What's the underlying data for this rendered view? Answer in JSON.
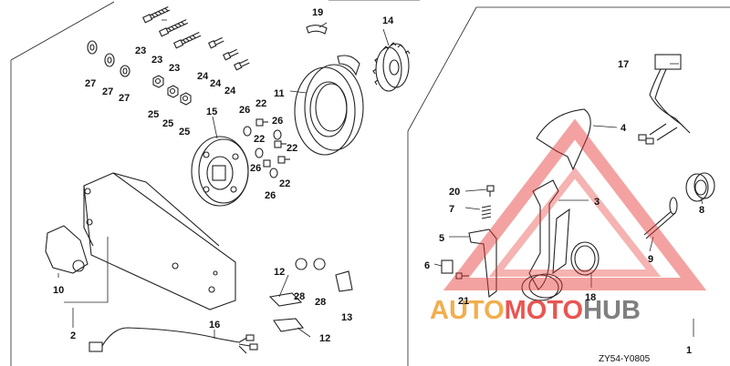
{
  "diagram_code": "ZY54-Y0805",
  "watermark": {
    "word_part1": "AUTO",
    "word_part2": "MOTO",
    "word_part3": "HUB",
    "colors": {
      "orange": "#f0a030",
      "red": "#e53935",
      "grey": "#6b6b6b"
    }
  },
  "callouts": [
    {
      "id": "c1",
      "text": "1"
    },
    {
      "id": "c2",
      "text": "2"
    },
    {
      "id": "c3",
      "text": "3"
    },
    {
      "id": "c4",
      "text": "4"
    },
    {
      "id": "c5",
      "text": "5"
    },
    {
      "id": "c6",
      "text": "6"
    },
    {
      "id": "c7",
      "text": "7"
    },
    {
      "id": "c8",
      "text": "8"
    },
    {
      "id": "c9",
      "text": "9"
    },
    {
      "id": "c10",
      "text": "10"
    },
    {
      "id": "c11",
      "text": "11"
    },
    {
      "id": "c12a",
      "text": "12"
    },
    {
      "id": "c12b",
      "text": "12"
    },
    {
      "id": "c13",
      "text": "13"
    },
    {
      "id": "c14",
      "text": "14"
    },
    {
      "id": "c15",
      "text": "15"
    },
    {
      "id": "c16",
      "text": "16"
    },
    {
      "id": "c17",
      "text": "17"
    },
    {
      "id": "c18",
      "text": "18"
    },
    {
      "id": "c19",
      "text": "19"
    },
    {
      "id": "c20",
      "text": "20"
    },
    {
      "id": "c21",
      "text": "21"
    },
    {
      "id": "c22a",
      "text": "22"
    },
    {
      "id": "c22b",
      "text": "22"
    },
    {
      "id": "c22c",
      "text": "22"
    },
    {
      "id": "c22d",
      "text": "22"
    },
    {
      "id": "c23a",
      "text": "23"
    },
    {
      "id": "c23b",
      "text": "23"
    },
    {
      "id": "c23c",
      "text": "23"
    },
    {
      "id": "c24a",
      "text": "24"
    },
    {
      "id": "c24b",
      "text": "24"
    },
    {
      "id": "c24c",
      "text": "24"
    },
    {
      "id": "c25a",
      "text": "25"
    },
    {
      "id": "c25b",
      "text": "25"
    },
    {
      "id": "c25c",
      "text": "25"
    },
    {
      "id": "c26a",
      "text": "26"
    },
    {
      "id": "c26b",
      "text": "26"
    },
    {
      "id": "c26c",
      "text": "26"
    },
    {
      "id": "c26d",
      "text": "26"
    },
    {
      "id": "c27a",
      "text": "27"
    },
    {
      "id": "c27b",
      "text": "27"
    },
    {
      "id": "c27c",
      "text": "27"
    },
    {
      "id": "c28a",
      "text": "28"
    },
    {
      "id": "c28b",
      "text": "28"
    }
  ]
}
